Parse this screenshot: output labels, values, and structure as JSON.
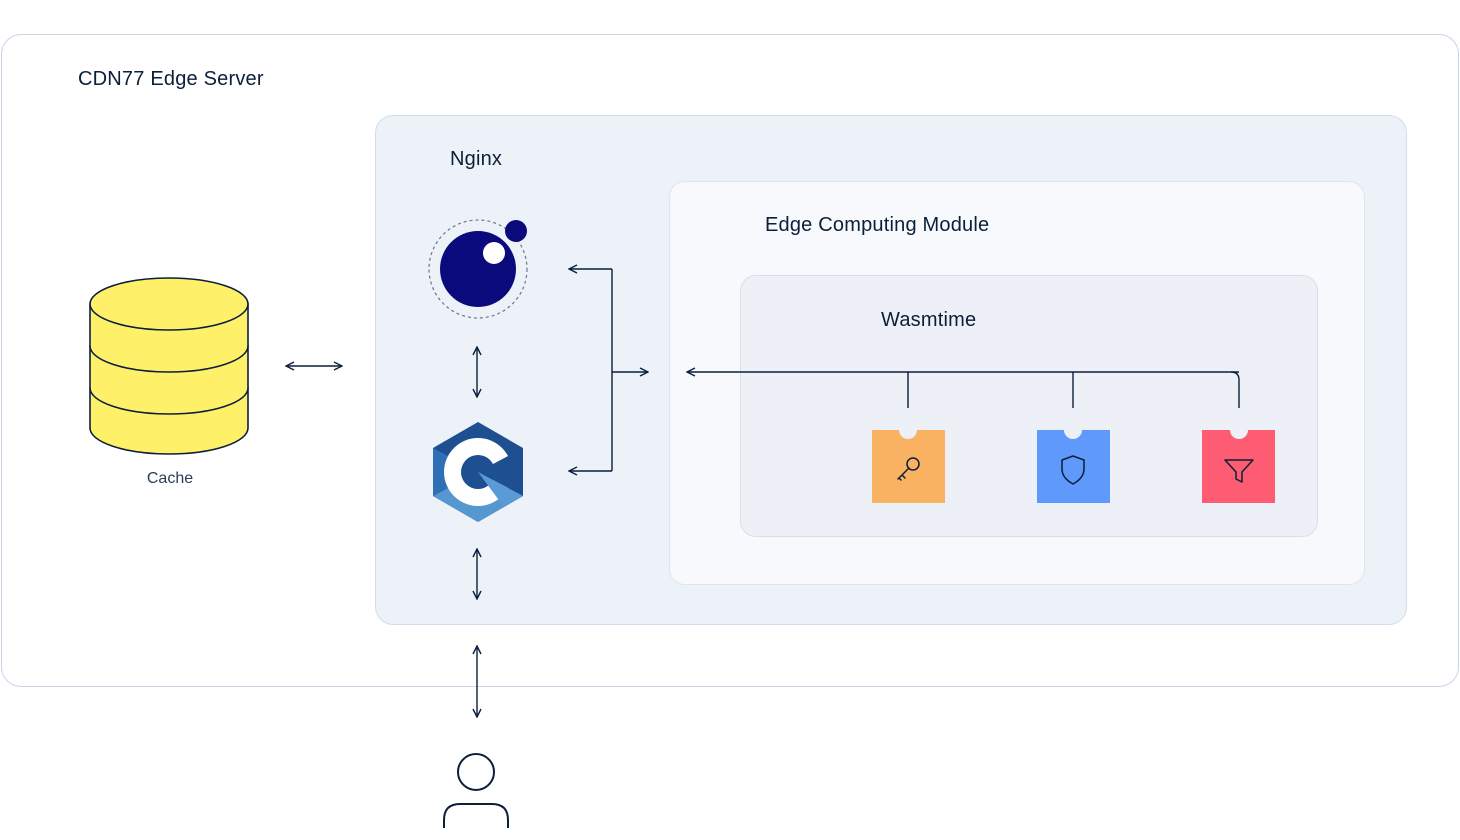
{
  "diagram": {
    "edge_server_title": "CDN77 Edge Server",
    "nginx_title": "Nginx",
    "edge_module_title": "Edge Computing Module",
    "wasmtime_title": "Wasmtime",
    "cache_label": "Cache"
  },
  "icons": {
    "cache": "database-icon",
    "nginx_logo": "openresty-logo-icon",
    "c_logo": "c-language-logo-icon",
    "plugin_1": "key-icon",
    "plugin_2": "shield-icon",
    "plugin_3": "filter-icon",
    "user": "user-icon"
  },
  "colors": {
    "cache_fill": "#fff06a",
    "nginx_logo": "#0a0a7d",
    "c_logo_dark": "#1d4f91",
    "c_logo_light": "#5b9bd5",
    "plugin_key": "#f9b261",
    "plugin_shield": "#5f99fb",
    "plugin_filter": "#fd5c73",
    "line": "#0b1f3a"
  }
}
